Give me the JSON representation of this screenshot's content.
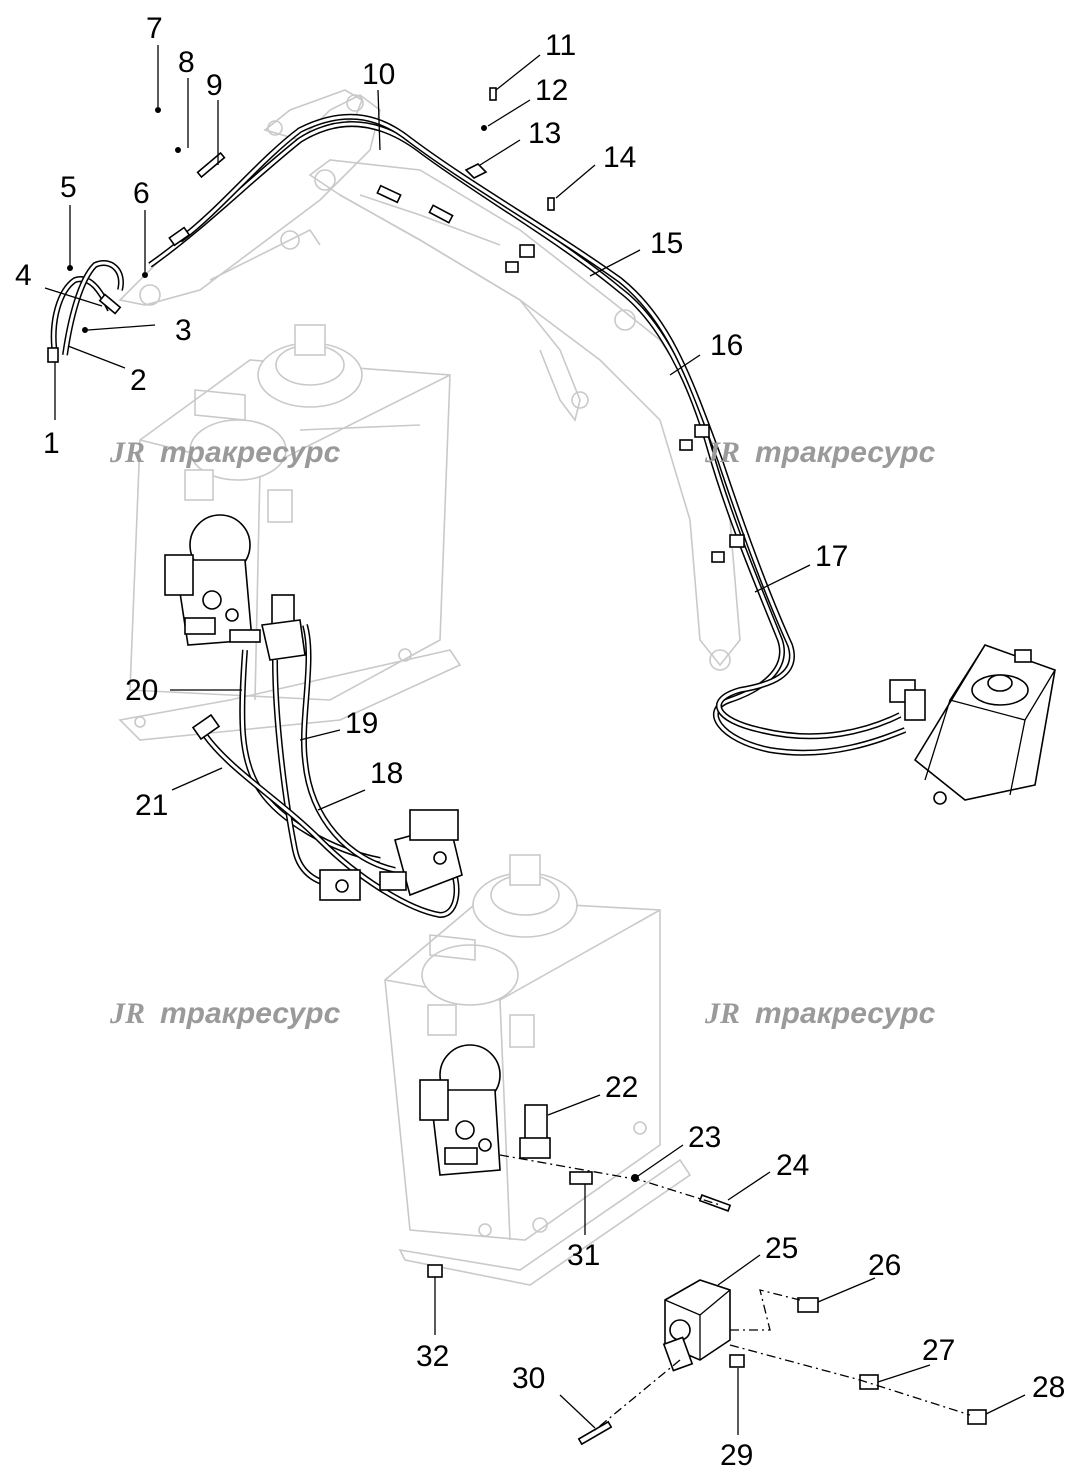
{
  "watermark": {
    "logo": "JR",
    "text": "тракресурс"
  },
  "callouts": [
    "1",
    "2",
    "3",
    "4",
    "5",
    "6",
    "7",
    "8",
    "9",
    "10",
    "11",
    "12",
    "13",
    "14",
    "15",
    "16",
    "17",
    "18",
    "19",
    "20",
    "21",
    "22",
    "23",
    "24",
    "25",
    "26",
    "27",
    "28",
    "29",
    "30",
    "31",
    "32"
  ],
  "colors": {
    "line": "#000000",
    "ghost": "#c9c9c9",
    "watermark": "#9a9a9a"
  }
}
